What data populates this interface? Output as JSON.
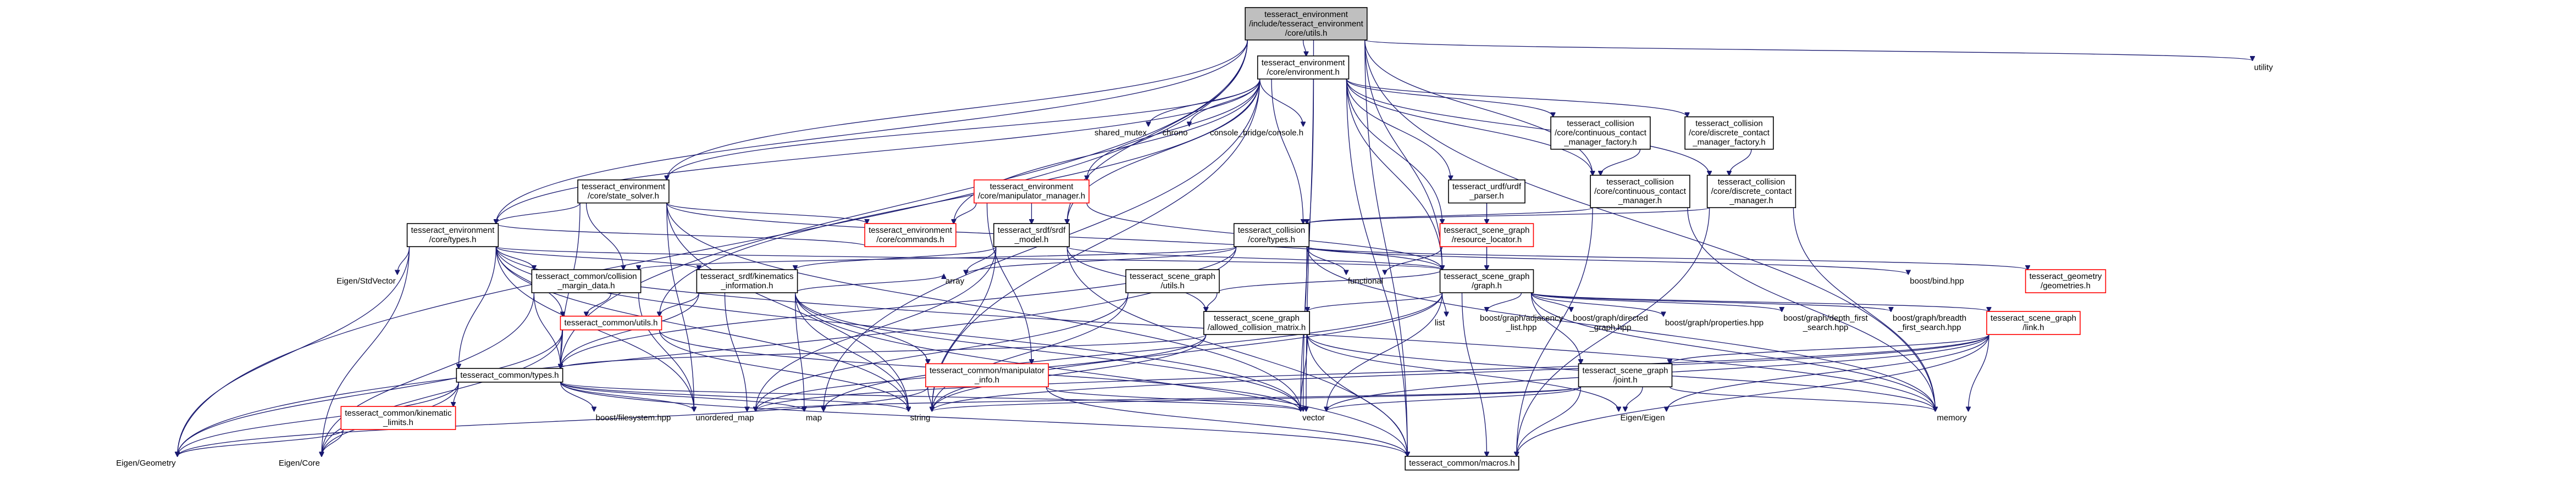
{
  "nodes": [
    {
      "id": "root",
      "lines": [
        "tesseract_environment",
        "/include/tesseract_environment",
        "/core/utils.h"
      ],
      "style": "root",
      "box": false
    },
    {
      "id": "env",
      "lines": [
        "tesseract_environment",
        "/core/environment.h"
      ],
      "style": "normal",
      "box": true
    },
    {
      "id": "utility",
      "lines": [
        "utility"
      ],
      "style": "bare",
      "box": false
    },
    {
      "id": "shared_mutex",
      "lines": [
        "shared_mutex"
      ],
      "style": "bare",
      "box": false
    },
    {
      "id": "chrono",
      "lines": [
        "chrono"
      ],
      "style": "bare",
      "box": false
    },
    {
      "id": "console",
      "lines": [
        "console_bridge/console.h"
      ],
      "style": "bare",
      "box": false
    },
    {
      "id": "cc_factory",
      "lines": [
        "tesseract_collision",
        "/core/continuous_contact",
        "_manager_factory.h"
      ],
      "style": "normal",
      "box": true
    },
    {
      "id": "dc_factory",
      "lines": [
        "tesseract_collision",
        "/core/discrete_contact",
        "_manager_factory.h"
      ],
      "style": "normal",
      "box": true
    },
    {
      "id": "manip_mgr",
      "lines": [
        "tesseract_environment",
        "/core/manipulator_manager.h"
      ],
      "style": "red",
      "box": true
    },
    {
      "id": "urdf_parser",
      "lines": [
        "tesseract_urdf/urdf",
        "_parser.h"
      ],
      "style": "normal",
      "box": true
    },
    {
      "id": "state_solver",
      "lines": [
        "tesseract_environment",
        "/core/state_solver.h"
      ],
      "style": "normal",
      "box": true
    },
    {
      "id": "cc_mgr",
      "lines": [
        "tesseract_collision",
        "/core/continuous_contact",
        "_manager.h"
      ],
      "style": "normal",
      "box": true
    },
    {
      "id": "dc_mgr",
      "lines": [
        "tesseract_collision",
        "/core/discrete_contact",
        "_manager.h"
      ],
      "style": "normal",
      "box": true
    },
    {
      "id": "commands",
      "lines": [
        "tesseract_environment",
        "/core/commands.h"
      ],
      "style": "red",
      "box": true
    },
    {
      "id": "srdf_model",
      "lines": [
        "tesseract_srdf/srdf",
        "_model.h"
      ],
      "style": "normal",
      "box": true
    },
    {
      "id": "res_locator",
      "lines": [
        "tesseract_scene_graph",
        "/resource_locator.h"
      ],
      "style": "red",
      "box": true
    },
    {
      "id": "coll_types",
      "lines": [
        "tesseract_collision",
        "/core/types.h"
      ],
      "style": "normal",
      "box": true
    },
    {
      "id": "env_types",
      "lines": [
        "tesseract_environment",
        "/core/types.h"
      ],
      "style": "normal",
      "box": true
    },
    {
      "id": "sg_graph",
      "lines": [
        "tesseract_scene_graph",
        "/graph.h"
      ],
      "style": "normal",
      "box": true
    },
    {
      "id": "boost_bind",
      "lines": [
        "boost/bind.hpp"
      ],
      "style": "bare",
      "box": false
    },
    {
      "id": "geometries",
      "lines": [
        "tesseract_geometry",
        "/geometries.h"
      ],
      "style": "red",
      "box": true
    },
    {
      "id": "functional",
      "lines": [
        "functional"
      ],
      "style": "bare",
      "box": false
    },
    {
      "id": "eigen_stdvec",
      "lines": [
        "Eigen/StdVector"
      ],
      "style": "bare",
      "box": false
    },
    {
      "id": "margin_data",
      "lines": [
        "tesseract_common/collision",
        "_margin_data.h"
      ],
      "style": "normal",
      "box": true
    },
    {
      "id": "kin_info",
      "lines": [
        "tesseract_srdf/kinematics",
        "_information.h"
      ],
      "style": "normal",
      "box": true
    },
    {
      "id": "sg_utils",
      "lines": [
        "tesseract_scene_graph",
        "/utils.h"
      ],
      "style": "normal",
      "box": true
    },
    {
      "id": "array",
      "lines": [
        "array"
      ],
      "style": "bare",
      "box": false
    },
    {
      "id": "list",
      "lines": [
        "list"
      ],
      "style": "bare",
      "box": false
    },
    {
      "id": "adj_list",
      "lines": [
        "boost/graph/adjacency",
        "_list.hpp"
      ],
      "style": "bare",
      "box": false
    },
    {
      "id": "directed",
      "lines": [
        "boost/graph/directed",
        "_graph.hpp"
      ],
      "style": "bare",
      "box": false
    },
    {
      "id": "properties",
      "lines": [
        "boost/graph/properties.hpp"
      ],
      "style": "bare",
      "box": false
    },
    {
      "id": "dfs",
      "lines": [
        "boost/graph/depth_first",
        "_search.hpp"
      ],
      "style": "bare",
      "box": false
    },
    {
      "id": "bfs",
      "lines": [
        "boost/graph/breadth",
        "_first_search.hpp"
      ],
      "style": "bare",
      "box": false
    },
    {
      "id": "sg_link",
      "lines": [
        "tesseract_scene_graph",
        "/link.h"
      ],
      "style": "red",
      "box": true
    },
    {
      "id": "common_utils",
      "lines": [
        "tesseract_common/utils.h"
      ],
      "style": "red",
      "box": true
    },
    {
      "id": "acm",
      "lines": [
        "tesseract_scene_graph",
        "/allowed_collision_matrix.h"
      ],
      "style": "normal",
      "box": true
    },
    {
      "id": "common_types",
      "lines": [
        "tesseract_common/types.h"
      ],
      "style": "normal",
      "box": true
    },
    {
      "id": "manip_info",
      "lines": [
        "tesseract_common/manipulator",
        "_info.h"
      ],
      "style": "red",
      "box": true
    },
    {
      "id": "sg_joint",
      "lines": [
        "tesseract_scene_graph",
        "/joint.h"
      ],
      "style": "normal",
      "box": true
    },
    {
      "id": "kin_limits",
      "lines": [
        "tesseract_common/kinematic",
        "_limits.h"
      ],
      "style": "red",
      "box": true
    },
    {
      "id": "boost_fs",
      "lines": [
        "boost/filesystem.hpp"
      ],
      "style": "bare",
      "box": false
    },
    {
      "id": "unordered_map",
      "lines": [
        "unordered_map"
      ],
      "style": "bare",
      "box": false
    },
    {
      "id": "map",
      "lines": [
        "map"
      ],
      "style": "bare",
      "box": false
    },
    {
      "id": "string",
      "lines": [
        "string"
      ],
      "style": "bare",
      "box": false
    },
    {
      "id": "vector",
      "lines": [
        "vector"
      ],
      "style": "bare",
      "box": false
    },
    {
      "id": "memory",
      "lines": [
        "memory"
      ],
      "style": "bare",
      "box": false
    },
    {
      "id": "eigen_eigen",
      "lines": [
        "Eigen/Eigen"
      ],
      "style": "bare",
      "box": false
    },
    {
      "id": "eigen_geom",
      "lines": [
        "Eigen/Geometry"
      ],
      "style": "bare",
      "box": false
    },
    {
      "id": "eigen_core",
      "lines": [
        "Eigen/Core"
      ],
      "style": "bare",
      "box": false
    },
    {
      "id": "macros",
      "lines": [
        "tesseract_common/macros.h"
      ],
      "style": "normal",
      "box": true
    }
  ],
  "edges": [
    [
      "root",
      "env"
    ],
    [
      "root",
      "utility"
    ],
    [
      "root",
      "state_solver"
    ],
    [
      "root",
      "env_types"
    ],
    [
      "root",
      "srdf_model"
    ],
    [
      "root",
      "cc_mgr"
    ],
    [
      "root",
      "sg_graph"
    ],
    [
      "root",
      "common_types"
    ],
    [
      "root",
      "macros"
    ],
    [
      "root",
      "eigen_geom"
    ],
    [
      "root",
      "memory"
    ],
    [
      "root",
      "vector"
    ],
    [
      "env",
      "shared_mutex"
    ],
    [
      "env",
      "chrono"
    ],
    [
      "env",
      "console"
    ],
    [
      "env",
      "cc_factory"
    ],
    [
      "env",
      "dc_factory"
    ],
    [
      "env",
      "manip_mgr"
    ],
    [
      "env",
      "urdf_parser"
    ],
    [
      "env",
      "state_solver"
    ],
    [
      "env",
      "commands"
    ],
    [
      "env",
      "srdf_model"
    ],
    [
      "env",
      "cc_mgr"
    ],
    [
      "env",
      "dc_mgr"
    ],
    [
      "env",
      "coll_types"
    ],
    [
      "env",
      "env_types"
    ],
    [
      "env",
      "sg_graph"
    ],
    [
      "env",
      "res_locator"
    ],
    [
      "env",
      "common_utils"
    ],
    [
      "env",
      "macros"
    ],
    [
      "env",
      "vector"
    ],
    [
      "env",
      "string"
    ],
    [
      "env",
      "map"
    ],
    [
      "cc_factory",
      "cc_mgr"
    ],
    [
      "dc_factory",
      "dc_mgr"
    ],
    [
      "manip_mgr",
      "commands"
    ],
    [
      "manip_mgr",
      "srdf_model"
    ],
    [
      "manip_mgr",
      "manip_info"
    ],
    [
      "manip_mgr",
      "sg_graph"
    ],
    [
      "urdf_parser",
      "res_locator"
    ],
    [
      "urdf_parser",
      "sg_graph"
    ],
    [
      "state_solver",
      "env_types"
    ],
    [
      "state_solver",
      "commands"
    ],
    [
      "state_solver",
      "sg_graph"
    ],
    [
      "state_solver",
      "common_types"
    ],
    [
      "state_solver",
      "margin_data"
    ],
    [
      "state_solver",
      "vector"
    ],
    [
      "state_solver",
      "string"
    ],
    [
      "state_solver",
      "unordered_map"
    ],
    [
      "cc_mgr",
      "coll_types"
    ],
    [
      "cc_mgr",
      "macros"
    ],
    [
      "cc_mgr",
      "memory"
    ],
    [
      "dc_mgr",
      "coll_types"
    ],
    [
      "dc_mgr",
      "macros"
    ],
    [
      "dc_mgr",
      "memory"
    ],
    [
      "commands",
      "env_types"
    ],
    [
      "srdf_model",
      "kin_info"
    ],
    [
      "srdf_model",
      "acm"
    ],
    [
      "srdf_model",
      "sg_graph"
    ],
    [
      "srdf_model",
      "array"
    ],
    [
      "srdf_model",
      "macros"
    ],
    [
      "srdf_model",
      "string"
    ],
    [
      "srdf_model",
      "unordered_map"
    ],
    [
      "res_locator",
      "functional"
    ],
    [
      "res_locator",
      "sg_graph"
    ],
    [
      "coll_types",
      "margin_data"
    ],
    [
      "coll_types",
      "geometries"
    ],
    [
      "coll_types",
      "common_types"
    ],
    [
      "coll_types",
      "functional"
    ],
    [
      "coll_types",
      "boost_bind"
    ],
    [
      "coll_types",
      "vector"
    ],
    [
      "coll_types",
      "eigen_geom"
    ],
    [
      "coll_types",
      "memory"
    ],
    [
      "coll_types",
      "array"
    ],
    [
      "env_types",
      "eigen_stdvec"
    ],
    [
      "env_types",
      "margin_data"
    ],
    [
      "env_types",
      "kin_info"
    ],
    [
      "env_types",
      "common_types"
    ],
    [
      "env_types",
      "common_utils"
    ],
    [
      "env_types",
      "sg_graph"
    ],
    [
      "env_types",
      "eigen_geom"
    ],
    [
      "env_types",
      "eigen_core"
    ],
    [
      "env_types",
      "unordered_map"
    ],
    [
      "env_types",
      "vector"
    ],
    [
      "env_types",
      "string"
    ],
    [
      "env_types",
      "memory"
    ],
    [
      "sg_graph",
      "list"
    ],
    [
      "sg_graph",
      "adj_list"
    ],
    [
      "sg_graph",
      "directed"
    ],
    [
      "sg_graph",
      "properties"
    ],
    [
      "sg_graph",
      "dfs"
    ],
    [
      "sg_graph",
      "bfs"
    ],
    [
      "sg_graph",
      "sg_link"
    ],
    [
      "sg_graph",
      "sg_joint"
    ],
    [
      "sg_graph",
      "acm"
    ],
    [
      "sg_graph",
      "macros"
    ],
    [
      "sg_graph",
      "string"
    ],
    [
      "sg_graph",
      "map"
    ],
    [
      "sg_graph",
      "memory"
    ],
    [
      "sg_graph",
      "vector"
    ],
    [
      "margin_data",
      "common_utils"
    ],
    [
      "margin_data",
      "common_types"
    ],
    [
      "margin_data",
      "unordered_map"
    ],
    [
      "margin_data",
      "eigen_core"
    ],
    [
      "kin_info",
      "common_types"
    ],
    [
      "kin_info",
      "common_utils"
    ],
    [
      "kin_info",
      "manip_info"
    ],
    [
      "kin_info",
      "array"
    ],
    [
      "kin_info",
      "unordered_map"
    ],
    [
      "kin_info",
      "string"
    ],
    [
      "kin_info",
      "vector"
    ],
    [
      "kin_info",
      "map"
    ],
    [
      "kin_info",
      "macros"
    ],
    [
      "sg_utils",
      "acm"
    ],
    [
      "sg_utils",
      "sg_graph"
    ],
    [
      "sg_utils",
      "string"
    ],
    [
      "sg_utils",
      "unordered_map"
    ],
    [
      "sg_link",
      "sg_joint"
    ],
    [
      "sg_link",
      "eigen_eigen"
    ],
    [
      "sg_link",
      "vector"
    ],
    [
      "sg_link",
      "memory"
    ],
    [
      "sg_link",
      "string"
    ],
    [
      "sg_link",
      "macros"
    ],
    [
      "sg_link",
      "unordered_map"
    ],
    [
      "common_utils",
      "common_types"
    ],
    [
      "common_utils",
      "eigen_core"
    ],
    [
      "common_utils",
      "vector"
    ],
    [
      "common_utils",
      "string"
    ],
    [
      "common_utils",
      "eigen_geom"
    ],
    [
      "acm",
      "common_types"
    ],
    [
      "acm",
      "eigen_eigen"
    ],
    [
      "acm",
      "vector"
    ],
    [
      "acm",
      "string"
    ],
    [
      "acm",
      "unordered_map"
    ],
    [
      "acm",
      "memory"
    ],
    [
      "acm",
      "macros"
    ],
    [
      "common_types",
      "kin_limits"
    ],
    [
      "common_types",
      "boost_fs"
    ],
    [
      "common_types",
      "unordered_map"
    ],
    [
      "common_types",
      "map"
    ],
    [
      "common_types",
      "string"
    ],
    [
      "common_types",
      "vector"
    ],
    [
      "common_types",
      "eigen_geom"
    ],
    [
      "common_types",
      "eigen_core"
    ],
    [
      "common_types",
      "macros"
    ],
    [
      "manip_info",
      "vector"
    ],
    [
      "manip_info",
      "string"
    ],
    [
      "manip_info",
      "macros"
    ],
    [
      "manip_info",
      "eigen_geom"
    ],
    [
      "sg_joint",
      "eigen_eigen"
    ],
    [
      "sg_joint",
      "memory"
    ],
    [
      "sg_joint",
      "string"
    ],
    [
      "sg_joint",
      "vector"
    ],
    [
      "sg_joint",
      "macros"
    ],
    [
      "sg_joint",
      "unordered_map"
    ],
    [
      "kin_limits",
      "eigen_core"
    ],
    [
      "kin_limits",
      "eigen_geom"
    ]
  ]
}
